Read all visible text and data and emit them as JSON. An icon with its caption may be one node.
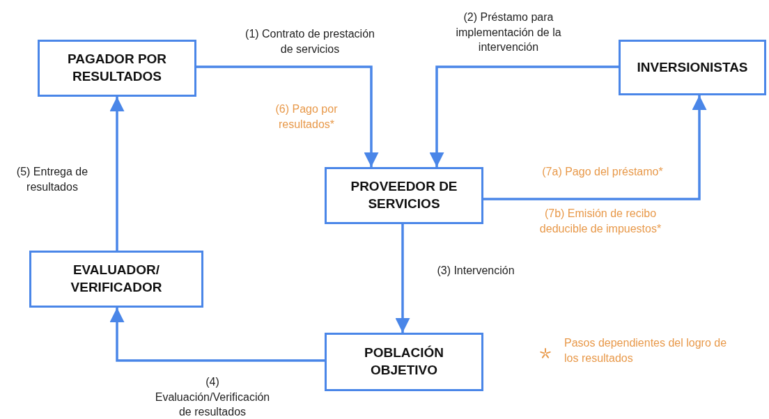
{
  "diagram": {
    "nodes": [
      {
        "text": [
          "PAGADOR POR RESULTADOS"
        ]
      },
      {
        "text": [
          "INVERSIONISTAS"
        ]
      },
      {
        "text": [
          "PROVEEDOR DE SERVICIOS"
        ]
      },
      {
        "text": [
          "EVALUADOR/ VERIFICADOR"
        ]
      },
      {
        "text": [
          "POBLACIÓN OBJETIVO"
        ]
      }
    ],
    "edges": [
      {
        "from": 0,
        "to": 2,
        "arrow": "to",
        "label": "(1) Contrato de prestación de servicios"
      },
      {
        "from": 1,
        "to": 2,
        "arrow": "to",
        "label": "(2) Préstamo para implementación de la intervención"
      },
      {
        "from": 2,
        "to": 4,
        "arrow": "to",
        "label": "(3) Intervención"
      },
      {
        "from": 2,
        "to": 1,
        "arrow": "to",
        "label": "(7a) Pago del préstamo*"
      },
      {
        "from": 4,
        "to": 3,
        "arrow": "to",
        "label": "(4) Evaluación/Verificación de resultados"
      },
      {
        "from": 3,
        "to": 0,
        "arrow": "to",
        "label": "(5) Entrega de resultados"
      }
    ],
    "labels": [
      "(6) Pago por resultados*",
      "(7b) Emisión de recibo deducible de impuestos*"
    ],
    "legend": [
      {
        "text": "Pasos dependientes del logro de los resultados"
      }
    ]
  }
}
